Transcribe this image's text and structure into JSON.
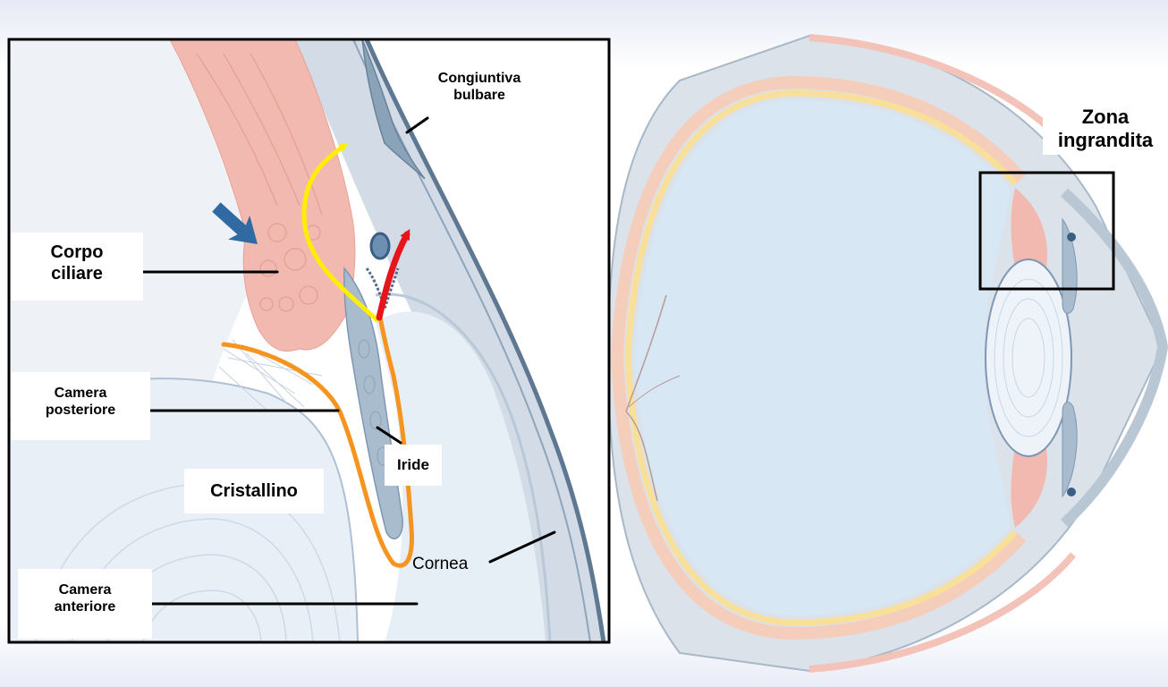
{
  "labels": {
    "congiuntiva": [
      "Congiuntiva",
      "bulbare"
    ],
    "zona": [
      "Zona",
      "ingrandita"
    ],
    "corpo": [
      "Corpo",
      "ciliare"
    ],
    "camera_posteriore": [
      "Camera",
      "posteriore"
    ],
    "iride": "Iride",
    "cristallino": "Cristallino",
    "cornea": "Cornea",
    "camera_anteriore": [
      "Camera",
      "anteriore"
    ]
  },
  "colors": {
    "sclera": "#d3dbe6",
    "ciliary": "#f2b9b0",
    "aqueous": "#e6eef6",
    "vitreous": "#d7e7f4",
    "choroid": "#f5cdbb",
    "retina_yellow": "#f8df9a",
    "iris": "#a9bccd",
    "conjunctiva": "#8aa3b8",
    "orange_path": "#f5941f",
    "yellow_path": "#ffee00",
    "red_path": "#e8141b",
    "blue_arrow": "#2f6aa3",
    "frame": "#000000"
  }
}
